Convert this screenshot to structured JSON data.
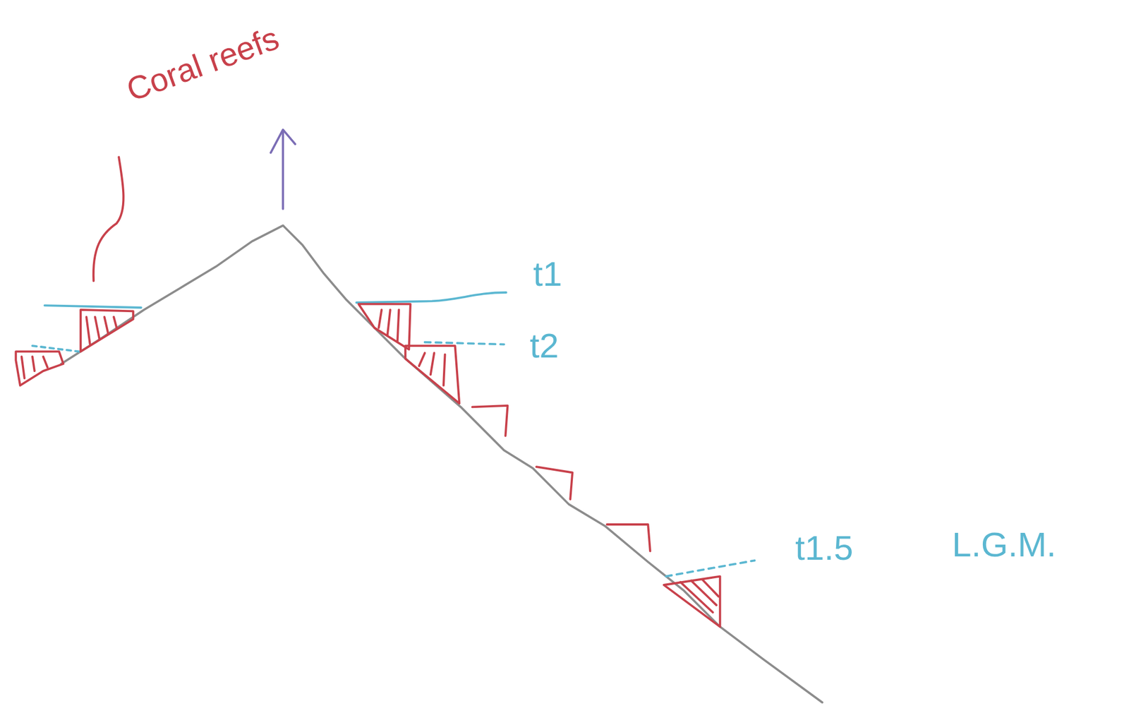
{
  "diagram": {
    "labels": [
      "Coral reefs",
      "t1",
      "t2",
      "t1.5",
      "L.G.M."
    ]
  }
}
